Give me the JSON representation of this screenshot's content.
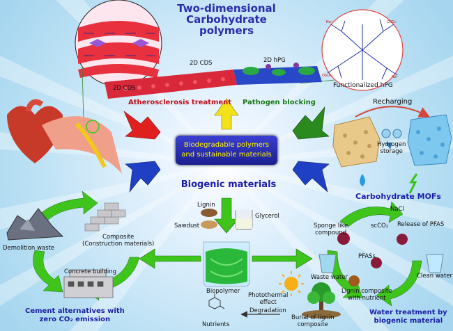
{
  "title": {
    "line1": "Two-dimensional Carbohydrate",
    "line2": "polymers"
  },
  "top": {
    "cds_label_1": "2D CDS",
    "cds_label_2": "2D CDS",
    "hpg_label": "2D hPG",
    "functionalized_label": "Functionalized hPG",
    "atherosclerosis": "Atherosclerosis treatment",
    "pathogen": "Pathogen blocking"
  },
  "center": {
    "box_line1": "Biodegradable polymers",
    "box_line2": "and sustainable materials",
    "biogenic": "Biogenic materials"
  },
  "mof": {
    "recharging": "Recharging",
    "hydrogen_line1": "Hydrogen",
    "hydrogen_line2": "storage",
    "title": "Carbohydrate MOFs"
  },
  "inputs": {
    "lignin": "Lignin",
    "sawdust": "Sawdust",
    "glycerol": "Glycerol"
  },
  "cement": {
    "demolition": "Demolition waste",
    "composite_line1": "Composite",
    "composite_line2": "(Construction materials)",
    "concrete": "Concrete building",
    "title_line1": "Cement alternatives with",
    "title_line2": "zero CO₂ emission"
  },
  "bottom": {
    "biopolymer": "Biopolymer",
    "photothermal_line1": "Photothermal",
    "photothermal_line2": "effect",
    "degradation": "Degradation",
    "nutrients": "Nutrients",
    "burial_line1": "Burial of lignin",
    "burial_line2": "composite",
    "lignin_composite_line1": "Lignin composite",
    "lignin_composite_line2": "with nutrient"
  },
  "water": {
    "nacl": "NaCl",
    "scco2": "scCO₂",
    "pfas_release": "Release of PFAS",
    "sponge_line1": "Sponge like",
    "sponge_line2": "compound",
    "pfass": "PFASs",
    "waste_water": "Waste water",
    "clean_water": "Clean water",
    "title_line1": "Water treatment by",
    "title_line2": "biogenic material"
  },
  "colors": {
    "title": "#2a2cab",
    "arrow_red": "#e0201e",
    "arrow_yellow": "#f2e21a",
    "arrow_green": "#2a8a1e",
    "arrow_blue": "#1f3fc4",
    "cycle_green": "#3fc41c",
    "biogenic": "#1b1fa6",
    "box_text": "#fff600"
  }
}
